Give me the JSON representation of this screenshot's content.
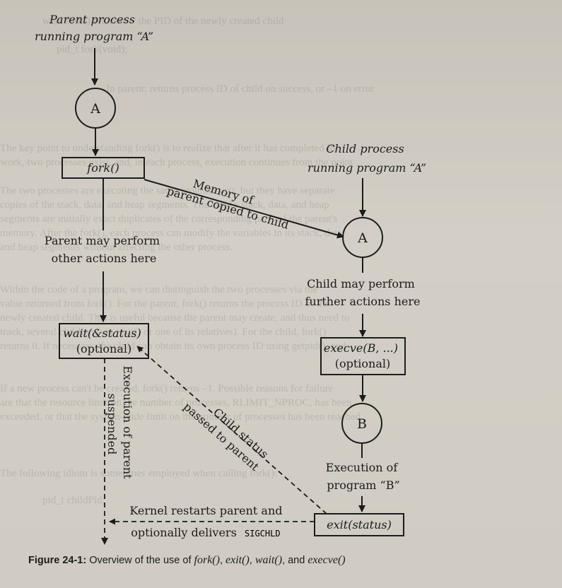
{
  "diagram": {
    "parent_label": [
      "Parent process",
      "running program “A”"
    ],
    "child_label": [
      "Child process",
      "running program “A”"
    ],
    "node_a_parent": "A",
    "node_a_child": "A",
    "node_b": "B",
    "fork_box": "fork()",
    "memory_label": [
      "Memory of",
      "parent copied to child"
    ],
    "parent_actions": [
      "Parent may perform",
      "other actions here"
    ],
    "child_actions": [
      "Child may perform",
      "further actions here"
    ],
    "wait_box": [
      "wait(&status)",
      "(optional)"
    ],
    "execve_box": [
      "execve(B, ...)",
      "(optional)"
    ],
    "execution_b": [
      "Execution of",
      "program “B”"
    ],
    "child_status": [
      "Child status",
      "passed to parent"
    ],
    "suspended": [
      "Execution of parent",
      "suspended"
    ],
    "kernel_restart": [
      "Kernel restarts parent and",
      "optionally delivers"
    ],
    "sigchld": "SIGCHLD",
    "exit_box": "exit(status)"
  },
  "caption": {
    "figure": "Figure 24-1:",
    "text_1": " Overview of the use of ",
    "fn_fork": "fork()",
    "sep_1": ", ",
    "fn_exit": "exit()",
    "sep_2": ", ",
    "fn_wait": "wait()",
    "sep_3": ", and ",
    "fn_execve": "execve()"
  }
}
